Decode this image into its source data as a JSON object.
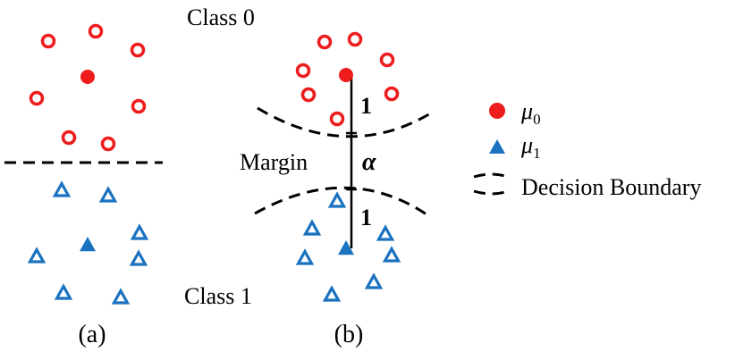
{
  "labels": {
    "class0": "Class 0",
    "class1": "Class 1",
    "margin": "Margin",
    "panel_a": "(a)",
    "panel_b": "(b)",
    "one_upper": "1",
    "one_lower": "1",
    "alpha": "α"
  },
  "legend": {
    "mu0_symbol": "μ",
    "mu0_sub": "0",
    "mu1_symbol": "μ",
    "mu1_sub": "1",
    "boundary": "Decision Boundary"
  },
  "colors": {
    "class0": "#ee1c1c",
    "class1": "#1a72c0",
    "boundary": "#000000"
  },
  "icons": {
    "class0_sample": "hollow-circle",
    "class0_mean": "filled-circle",
    "class1_sample": "hollow-triangle",
    "class1_mean": "filled-triangle"
  }
}
